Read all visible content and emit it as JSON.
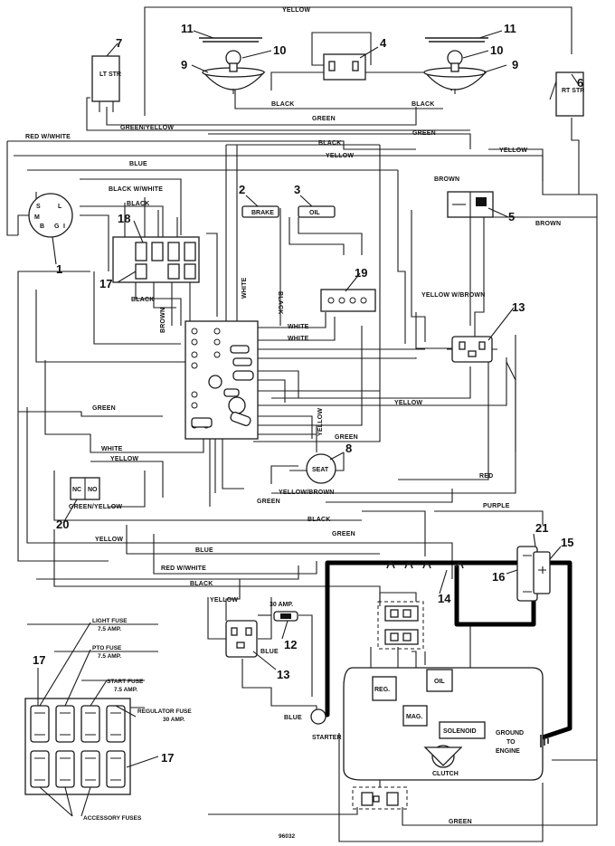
{
  "wire_labels": {
    "yellow": "YELLOW",
    "black": "BLACK",
    "green": "GREEN",
    "green_yellow": "GREEN/YELLOW",
    "red_white": "RED W/WHITE",
    "blue": "BLUE",
    "black_white": "BLACK W/WHITE",
    "brown": "BROWN",
    "white": "WHITE",
    "yellow_brown_w": "YELLOW W/BROWN",
    "yellow_brown": "YELLOW/BROWN",
    "red": "RED",
    "purple": "PURPLE"
  },
  "components": {
    "lt_str": "LT STR",
    "rt_str": "RT STR",
    "brake": "BRAKE",
    "oil": "OIL",
    "seat": "SEAT",
    "nc": "NC",
    "no": "NO",
    "ignition_pins": [
      "S",
      "L",
      "M",
      "B",
      "G",
      "I"
    ],
    "amp_30": "30 AMP.",
    "reg": "REG.",
    "mag": "MAG.",
    "oil_engine": "OIL",
    "solenoid": "SOLENOID",
    "starter": "STARTER",
    "clutch": "CLUTCH",
    "ground_to_engine": "GROUND TO ENGINE",
    "part_number": "96032"
  },
  "callouts": [
    "1",
    "2",
    "3",
    "4",
    "5",
    "6",
    "7",
    "8",
    "9",
    "10",
    "11",
    "12",
    "13",
    "14",
    "15",
    "16",
    "17",
    "18",
    "19",
    "20",
    "21"
  ],
  "fuse_labels": {
    "light_fuse": "LIGHT FUSE",
    "light_amp": "7.5 AMP.",
    "pto_fuse": "PTO FUSE",
    "pto_amp": "7.5 AMP.",
    "start_fuse": "START FUSE",
    "start_amp": "7.5 AMP.",
    "regulator_fuse": "REGULATOR FUSE",
    "regulator_amp": "30 AMP.",
    "accessory_fuses": "ACCESSORY FUSES"
  }
}
